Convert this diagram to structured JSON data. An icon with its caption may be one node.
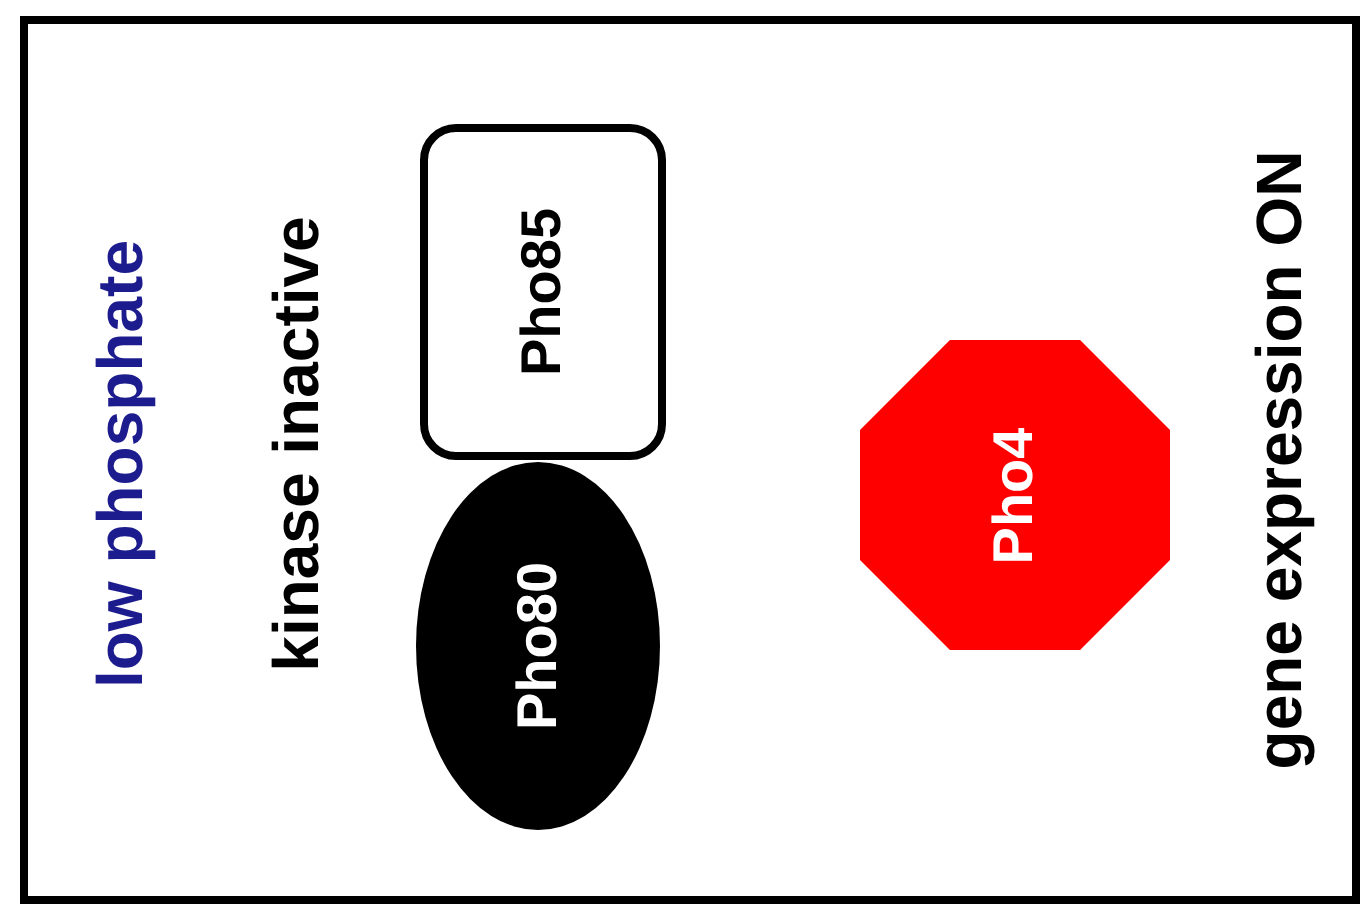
{
  "diagram": {
    "nodes": [
      {
        "text": [
          "Pho85"
        ]
      },
      {
        "text": [
          "Pho80"
        ]
      },
      {
        "text": [
          "Pho4"
        ]
      }
    ],
    "labels": [
      "low phosphate",
      "kinase inactive",
      "gene expression ON"
    ]
  }
}
